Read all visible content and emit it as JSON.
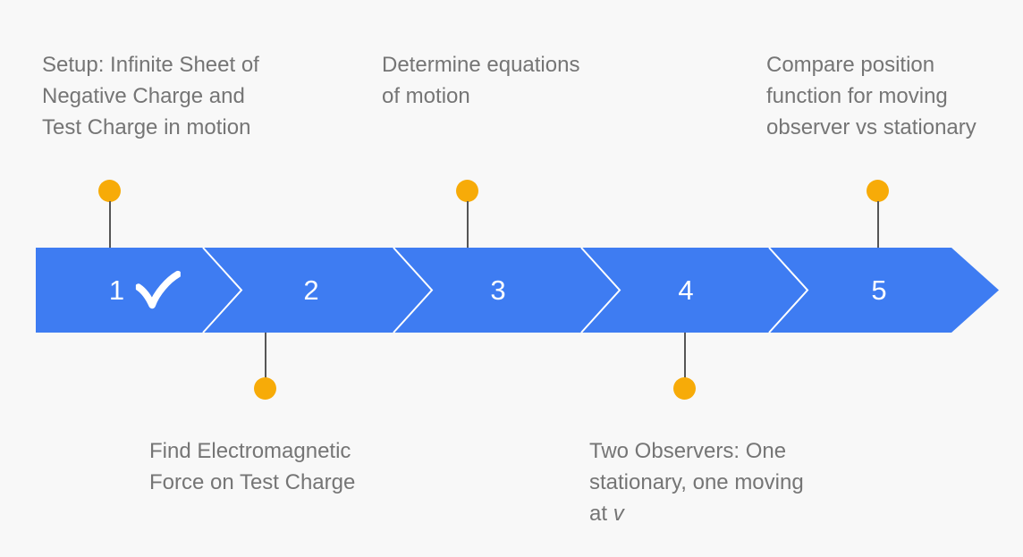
{
  "colors": {
    "background": "#f8f8f8",
    "band": "#3e7cf2",
    "band_outline": "#ffffff",
    "step_number": "#ffffff",
    "marker": "#f7ab08",
    "connector": "#565656",
    "label": "#757575"
  },
  "diagram": {
    "type": "process-timeline",
    "step_count": 5
  },
  "steps": [
    {
      "number": "1",
      "status": "completed",
      "label_position": "above",
      "label_lines": [
        "Setup: Infinite Sheet of",
        "Negative Charge and",
        "Test Charge in motion"
      ]
    },
    {
      "number": "2",
      "status": "pending",
      "label_position": "below",
      "label_lines": [
        "Find Electromagnetic",
        "Force on Test Charge"
      ]
    },
    {
      "number": "3",
      "status": "pending",
      "label_position": "above",
      "label_lines": [
        "Determine equations",
        "of motion"
      ]
    },
    {
      "number": "4",
      "status": "pending",
      "label_position": "below",
      "label_lines": [
        "Two Observers: One",
        "stationary, one moving"
      ],
      "label_line_final": {
        "regular": "at",
        "italic": "v"
      }
    },
    {
      "number": "5",
      "status": "pending",
      "label_position": "above",
      "label_lines": [
        "Compare position",
        "function for moving",
        "observer vs stationary"
      ]
    }
  ]
}
